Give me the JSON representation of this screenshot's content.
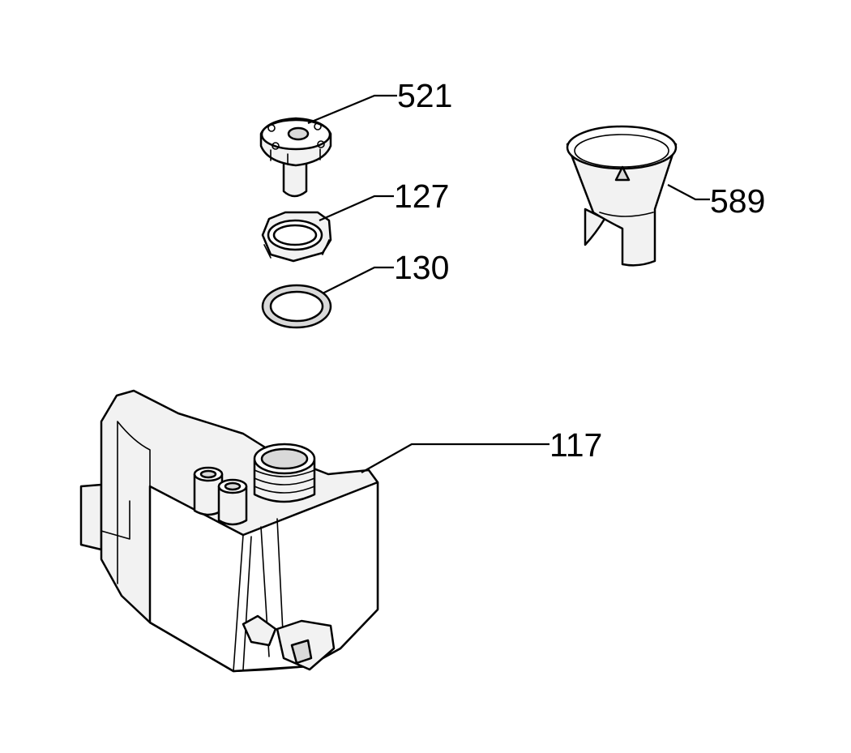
{
  "diagram": {
    "colors": {
      "line": "#000000",
      "fill": "#f2f2f2",
      "background": "#ffffff"
    },
    "parts": [
      {
        "id": "521",
        "label": "521"
      },
      {
        "id": "127",
        "label": "127"
      },
      {
        "id": "130",
        "label": "130"
      },
      {
        "id": "589",
        "label": "589"
      },
      {
        "id": "117",
        "label": "117"
      }
    ]
  }
}
